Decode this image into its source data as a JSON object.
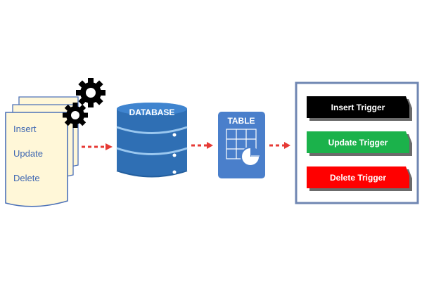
{
  "document_stack": {
    "items": [
      "Insert",
      "Update",
      "Delete"
    ]
  },
  "database": {
    "label": "DATABASE"
  },
  "table": {
    "label": "TABLE"
  },
  "triggers": {
    "items": [
      {
        "label": "Insert Trigger",
        "color": "#000000"
      },
      {
        "label": "Update Trigger",
        "color": "#1bb24b"
      },
      {
        "label": "Delete Trigger",
        "color": "#ff0000"
      }
    ]
  },
  "colors": {
    "database_blue": "#2f6fb4",
    "database_light": "#5f9ee0",
    "table_blue": "#4a7fcb",
    "arrow_red": "#e63a35",
    "panel_border": "#6f86b2",
    "document_fill": "#fff7d8",
    "document_stroke": "#4d72b8"
  },
  "icons": {
    "gear": "gear-icon",
    "database": "database-icon",
    "table": "table-icon",
    "pie": "pie-chart-icon"
  }
}
